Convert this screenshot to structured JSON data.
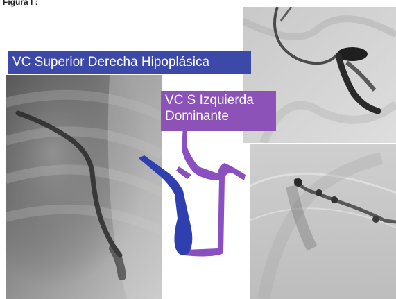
{
  "figure": {
    "title": "Figura I :"
  },
  "labels": {
    "right_svc": "VC Superior Derecha Hipoplásica",
    "left_svc_line1": "VC S Izquierda",
    "left_svc_line2": "Dominante"
  },
  "colors": {
    "blue_label": "#3d49a8",
    "purple_label": "#8d52b8",
    "blue_vessel": "#2f3fb0",
    "purple_vessel": "#8a4fc0"
  },
  "images": {
    "left_panel": "angiography-left-hypoplastic-svc",
    "top_right_panel": "angiography-left-svc-contrast",
    "bottom_right_panel": "angiography-left-svc-subtracted"
  }
}
